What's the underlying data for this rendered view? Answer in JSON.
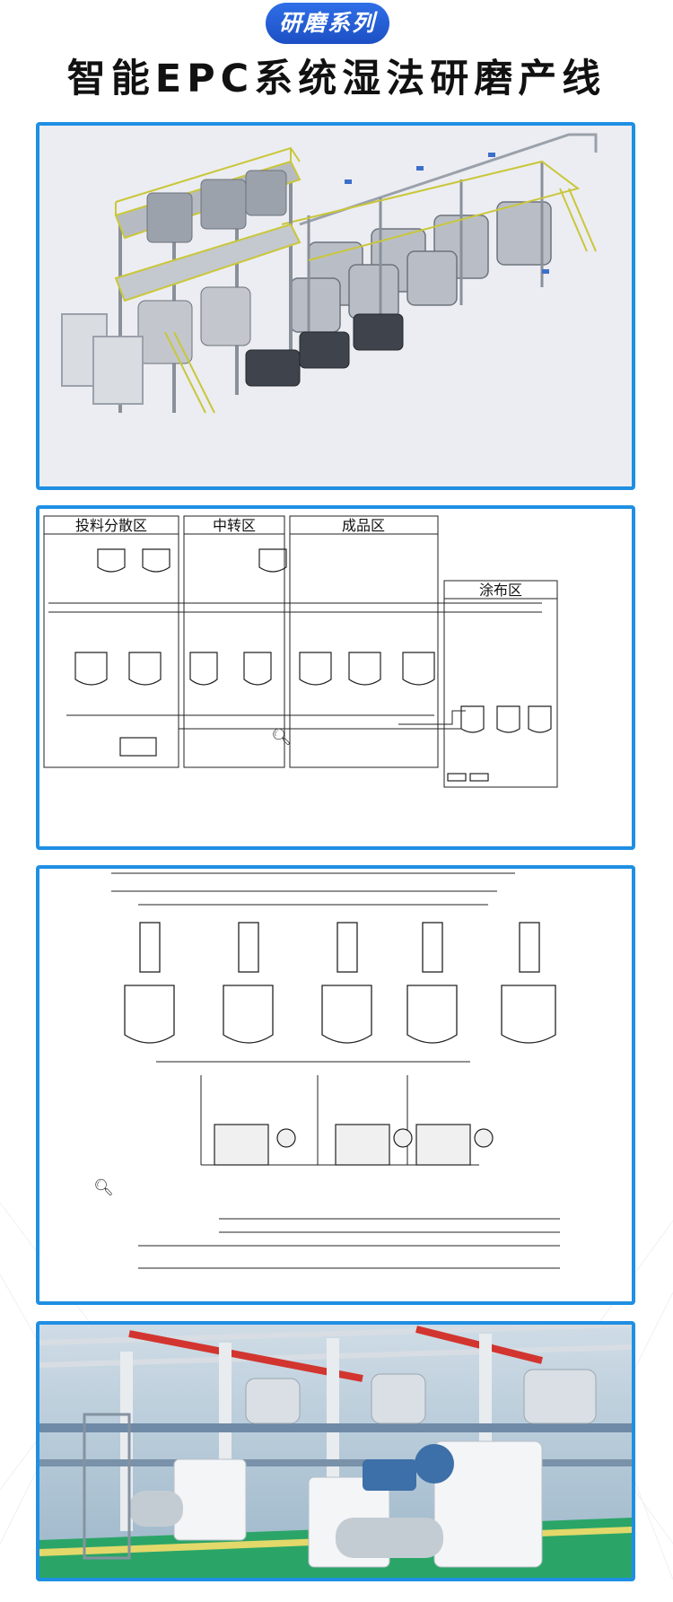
{
  "header": {
    "badge_label": "研磨系列",
    "title": "智能EPC系统湿法研磨产线"
  },
  "process_diagram": {
    "zones": [
      "投料分散区",
      "中转区",
      "成品区",
      "涂布区"
    ]
  },
  "colors": {
    "accent_blue": "#1f8fe3",
    "badge_blue": "#2f6fe8",
    "railing_yellow": "#c9c73a"
  }
}
